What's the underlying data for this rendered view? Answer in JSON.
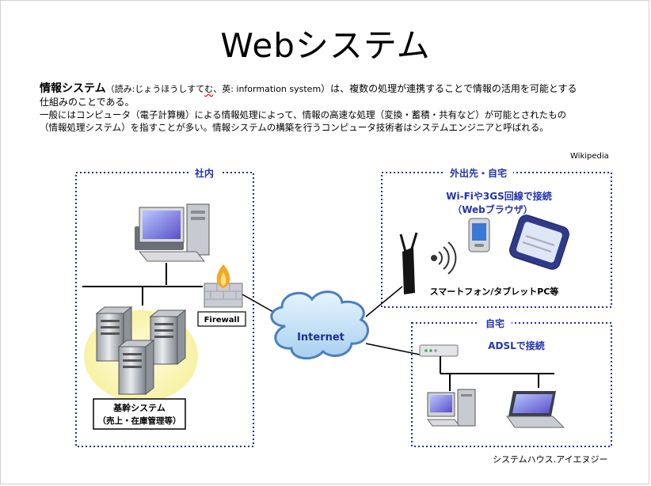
{
  "title": "Webシステム",
  "intro": {
    "term": "情報システム",
    "reading_pre": "（読み:じょうほうしすて",
    "reading_mu": "む",
    "reading_post": "、英: ",
    "english": "information system",
    "rest1": "）は、複数の処理が連携することで情報の活用を可能とする",
    "line2": "仕組みのことである。",
    "line3": "一般にはコンピュータ（電子計算機）による情報処理によって、情報の高速な処理（変換・蓄積・共有など）が可能とされたもの",
    "line4": "（情報処理システム）を指すことが多い。情報システムの構築を行うコンピュータ技術者はシステムエンジニアと呼ばれる。"
  },
  "source_wiki": "Wikipedia",
  "source_credit": "システムハウス.アイエヌジー",
  "diagram": {
    "office_label": "社内",
    "firewall_label": "Firewall",
    "core_system_line1": "基幹システム",
    "core_system_line2": "（売上・在庫管理等）",
    "internet_label": "Internet",
    "mobile_label": "外出先・自宅",
    "mobile_conn_line1": "Wi-Fiや3GS回線で接続",
    "mobile_conn_line2": "（Webブラウザ）",
    "mobile_devices": "スマートフォン/タブレットPC等",
    "home_label": "自宅",
    "home_conn": "ADSLで接続"
  },
  "colors": {
    "box_border": "#1f2f8f",
    "label_blue": "#2233aa",
    "cloud_fill": "#c9e4f8",
    "cloud_stroke": "#4a7fc0",
    "server_glow": "#fbf7b9"
  }
}
